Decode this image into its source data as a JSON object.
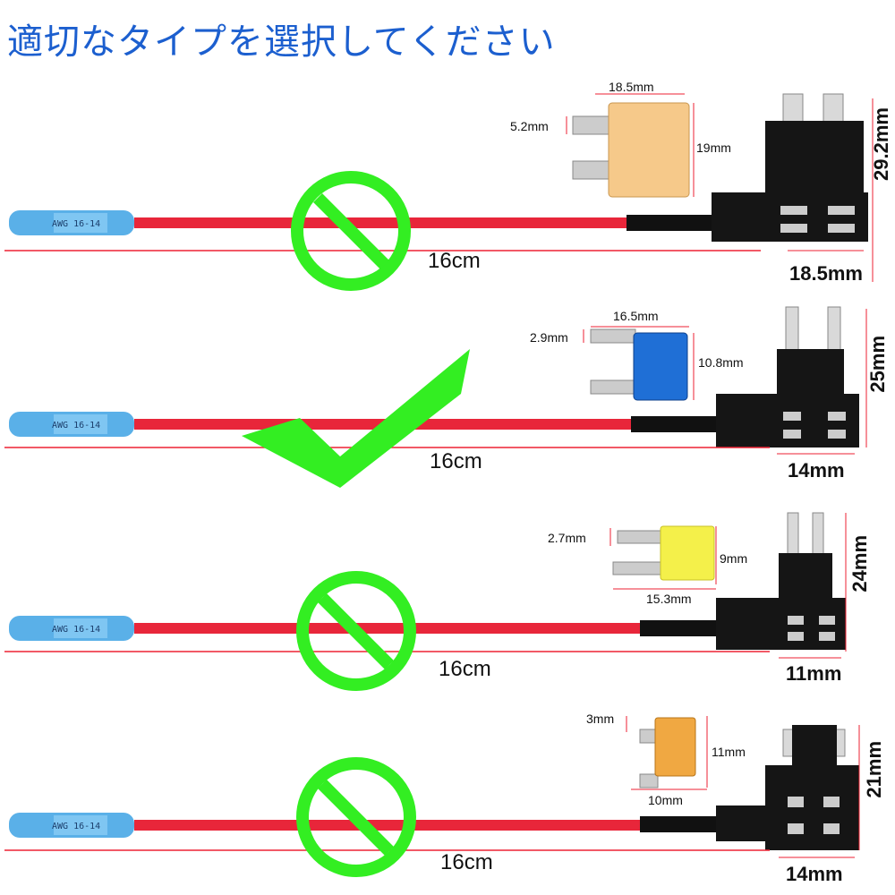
{
  "title": "適切なタイプを選択してください",
  "connector_text": "AWG 16-14",
  "colors": {
    "title": "#1c5fcf",
    "wire": "#e8263a",
    "mark": "#33ee22",
    "holder": "#151515"
  },
  "rows": [
    {
      "status": "prohibited",
      "status_icon": "prohibited-icon",
      "length": "16cm",
      "fuse_type": "standard",
      "fuse_color": "#f6c98a",
      "fuse_width": "18.5mm",
      "fuse_blade": "5.2mm",
      "fuse_height": "19mm",
      "holder_height": "29.2mm",
      "holder_width": "18.5mm"
    },
    {
      "status": "compatible",
      "status_icon": "checkmark-icon",
      "length": "16cm",
      "fuse_type": "mini",
      "fuse_color": "#1f6fd6",
      "fuse_width": "16.5mm",
      "fuse_blade": "2.9mm",
      "fuse_height": "10.8mm",
      "holder_height": "25mm",
      "holder_width": "14mm"
    },
    {
      "status": "prohibited",
      "status_icon": "prohibited-icon",
      "length": "16cm",
      "fuse_type": "micro2",
      "fuse_color": "#f4f04a",
      "fuse_width": "15.3mm",
      "fuse_blade": "2.7mm",
      "fuse_height": "9mm",
      "holder_height": "24mm",
      "holder_width": "11mm"
    },
    {
      "status": "prohibited",
      "status_icon": "prohibited-icon",
      "length": "16cm",
      "fuse_type": "low-profile",
      "fuse_color": "#f0a842",
      "fuse_width": "10mm",
      "fuse_blade": "3mm",
      "fuse_height": "11mm",
      "holder_height": "21mm",
      "holder_width": "14mm"
    }
  ]
}
